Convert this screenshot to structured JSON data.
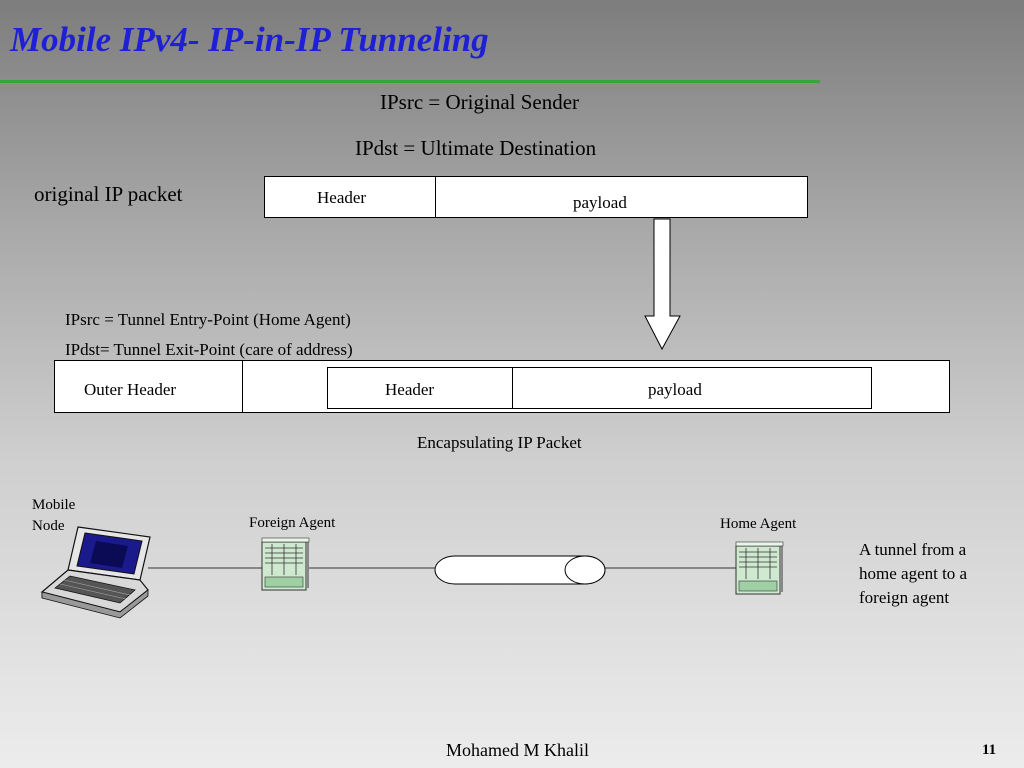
{
  "slide": {
    "title": "Mobile IPv4-  IP-in-IP Tunneling",
    "ipsrc_original": "IPsrc = Original Sender",
    "ipdst_original": "IPdst = Ultimate Destination",
    "original_packet_label": "original IP packet",
    "original_packet": {
      "header": "Header",
      "payload": "payload"
    },
    "ipsrc_tunnel": "IPsrc = Tunnel Entry-Point (Home Agent)",
    "ipdst_tunnel": "IPdst= Tunnel Exit-Point (care of address)",
    "encapsulated_packet": {
      "outer_header": "Outer Header",
      "header": "Header",
      "payload": "payload"
    },
    "encapsulating_caption": "Encapsulating IP Packet",
    "mobile_node_label_line1": "Mobile",
    "mobile_node_label_line2": "Node",
    "foreign_agent_label": "Foreign Agent",
    "home_agent_label": "Home Agent",
    "tunnel_note_line1": "A tunnel from a",
    "tunnel_note_line2": "home agent to a",
    "tunnel_note_line3": "foreign agent",
    "footer_author": "Mohamed M Khalil",
    "page_number": "11"
  },
  "colors": {
    "title": "#1f1fd6",
    "title_rule": "#3aa23a",
    "router_body": "#cfe8d0",
    "laptop_screen": "#1a1a8c"
  }
}
